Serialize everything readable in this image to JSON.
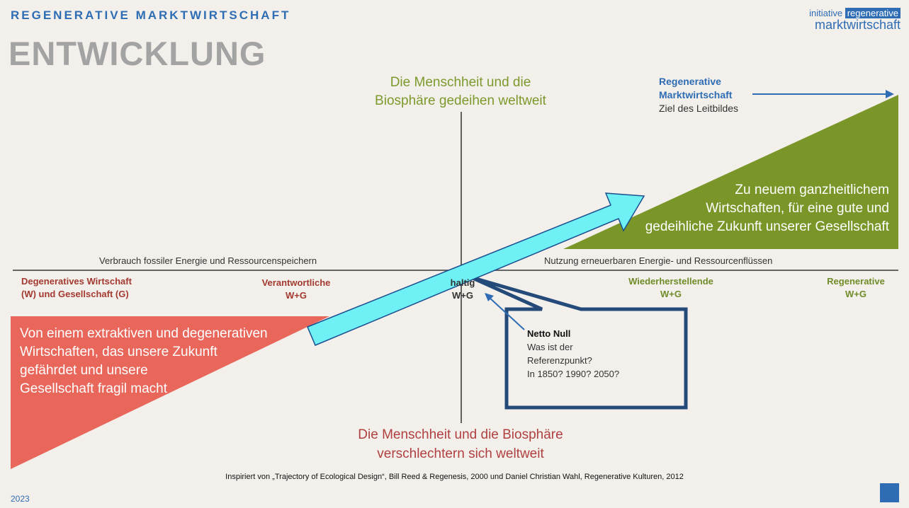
{
  "header": {
    "kicker": "REGENERATIVE MARKTWIRTSCHAFT",
    "title": "ENTWICKLUNG",
    "logo_line1_plain": "initiative",
    "logo_line1_box": "regenerative",
    "logo_line2": "marktwirtschaft"
  },
  "top_goal": [
    "Die Menschheit und die",
    "Biosphäre gedeihen weltweit"
  ],
  "bottom_goal": [
    "Die Menschheit und die Biosphäre",
    "verschlechtern sich weltweit"
  ],
  "axis": {
    "left_label": "Verbrauch fossiler Energie und Ressourcenspeichern",
    "right_label": "Nutzung erneuerbaren Energie- und Ressourcenflüssen"
  },
  "stages": [
    {
      "line1": "Degeneratives Wirtschaft",
      "line2": "(W) und Gesellschaft (G)"
    },
    {
      "line1": "Verantwortliche",
      "line2": "W+G"
    },
    {
      "line1": "haltig",
      "line2": "W+G"
    },
    {
      "line1": "Wiederherstellende",
      "line2": "W+G"
    },
    {
      "line1": "Regenerative",
      "line2": "W+G"
    }
  ],
  "target": {
    "line1": "Regenerative",
    "line2": "Marktwirtschaft",
    "sub": "Ziel des Leitbildes"
  },
  "green_block": [
    "Zu neuem ganzheitlichem",
    "Wirtschaften, für eine gute und",
    "gedeihliche Zukunft unserer Gesellschaft"
  ],
  "red_block": [
    "Von einem extraktiven und degenerativen",
    "Wirtschaften, das unsere Zukunft",
    "gefährdet und unsere",
    "Gesellschaft fragil macht"
  ],
  "callout": {
    "heading": "Netto Null",
    "lines": [
      "Was ist der",
      "Referenzpunkt?",
      "In 1850? 1990? 2050?"
    ]
  },
  "credit": "Inspiriert von „Trajectory of Ecological Design“, Bill Reed & Regenesis, 2000 und Daniel Christian Wahl, Regenerative Kulturen, 2012",
  "year": "2023",
  "colors": {
    "background": "#f3efeb",
    "brand_blue": "#2e6db4",
    "green": "#7a9628",
    "red": "#e8665a",
    "cyan_arrow": "#6ff0f4",
    "callout_border": "#244a7a"
  }
}
